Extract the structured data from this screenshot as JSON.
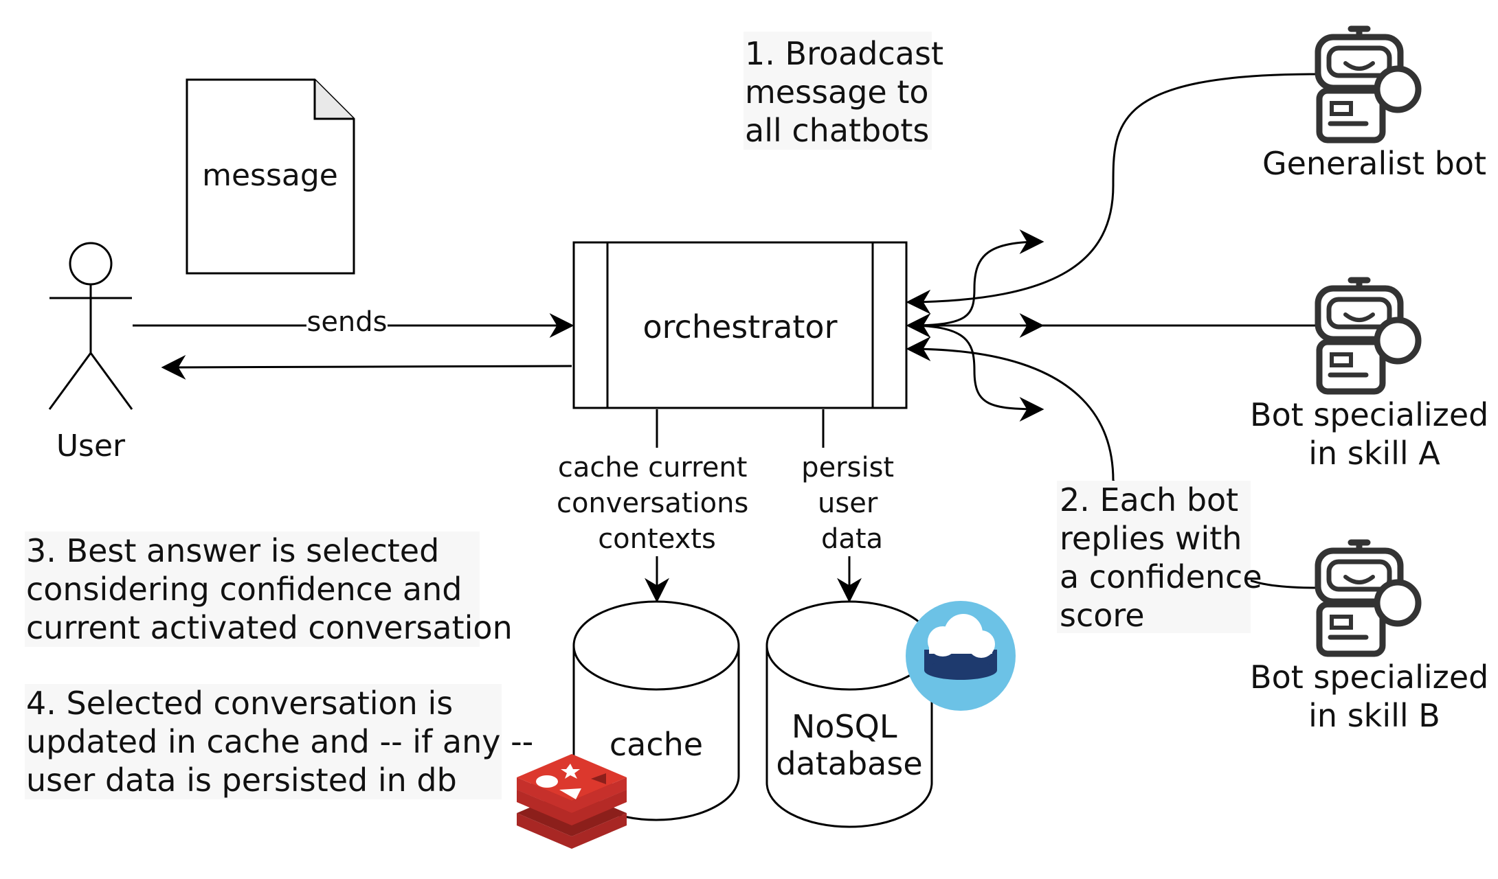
{
  "labels": {
    "message": "message",
    "user": "User",
    "sends": "sends",
    "orchestrator": "orchestrator",
    "cache_edge": [
      "cache current",
      "conversations",
      "contexts"
    ],
    "persist_edge": [
      "persist",
      "user",
      "data"
    ],
    "cache_db": "cache",
    "nosql_db": [
      "NoSQL",
      "database"
    ]
  },
  "notes": {
    "broadcast": [
      "1. Broadcast",
      "message to",
      "all chatbots"
    ],
    "replies": [
      "2. Each bot",
      "replies with",
      "a confidence",
      "score"
    ],
    "selection": [
      "3. Best answer is selected",
      "considering confidence and",
      "current activated conversation"
    ],
    "update": [
      "4. Selected conversation is",
      "updated in cache and -- if any --",
      "user data is persisted in db"
    ]
  },
  "bots": [
    {
      "lines": [
        "Generalist bot"
      ],
      "icon": "robot-icon"
    },
    {
      "lines": [
        "Bot specialized",
        "in skill A"
      ],
      "icon": "robot-icon"
    },
    {
      "lines": [
        "Bot specialized",
        "in skill B"
      ],
      "icon": "robot-icon"
    }
  ],
  "colors": {
    "stroke": "#000000",
    "note_bg": "#f7f7f7",
    "redis_red": "#c6302b",
    "redis_dark": "#8c1f1b",
    "cloud_blue": "#6cc2e6",
    "cloud_navy": "#1e3a6e",
    "robot": "#333333"
  }
}
